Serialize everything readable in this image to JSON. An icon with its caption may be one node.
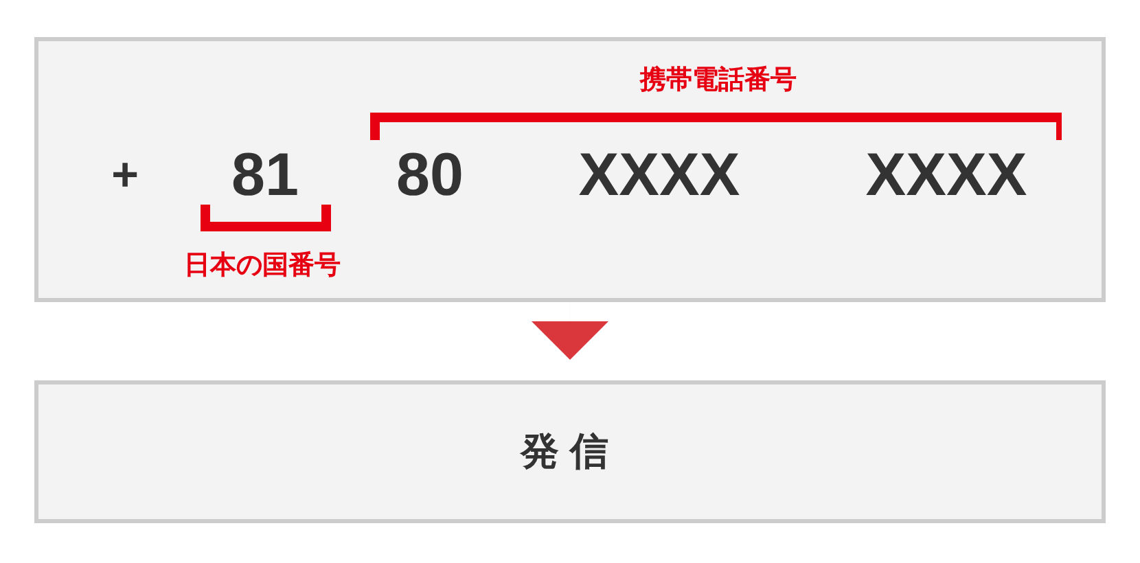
{
  "diagram": {
    "nodes": [
      {
        "text": [
          "携帯電話番号",
          "+",
          "81",
          "80",
          "XXXX",
          "XXXX",
          "日本の国番号"
        ]
      },
      {
        "text": [
          "発信"
        ]
      }
    ],
    "edges": [
      {
        "from": 0,
        "to": 1,
        "arrow": "to",
        "color": "#d9373c"
      }
    ]
  }
}
